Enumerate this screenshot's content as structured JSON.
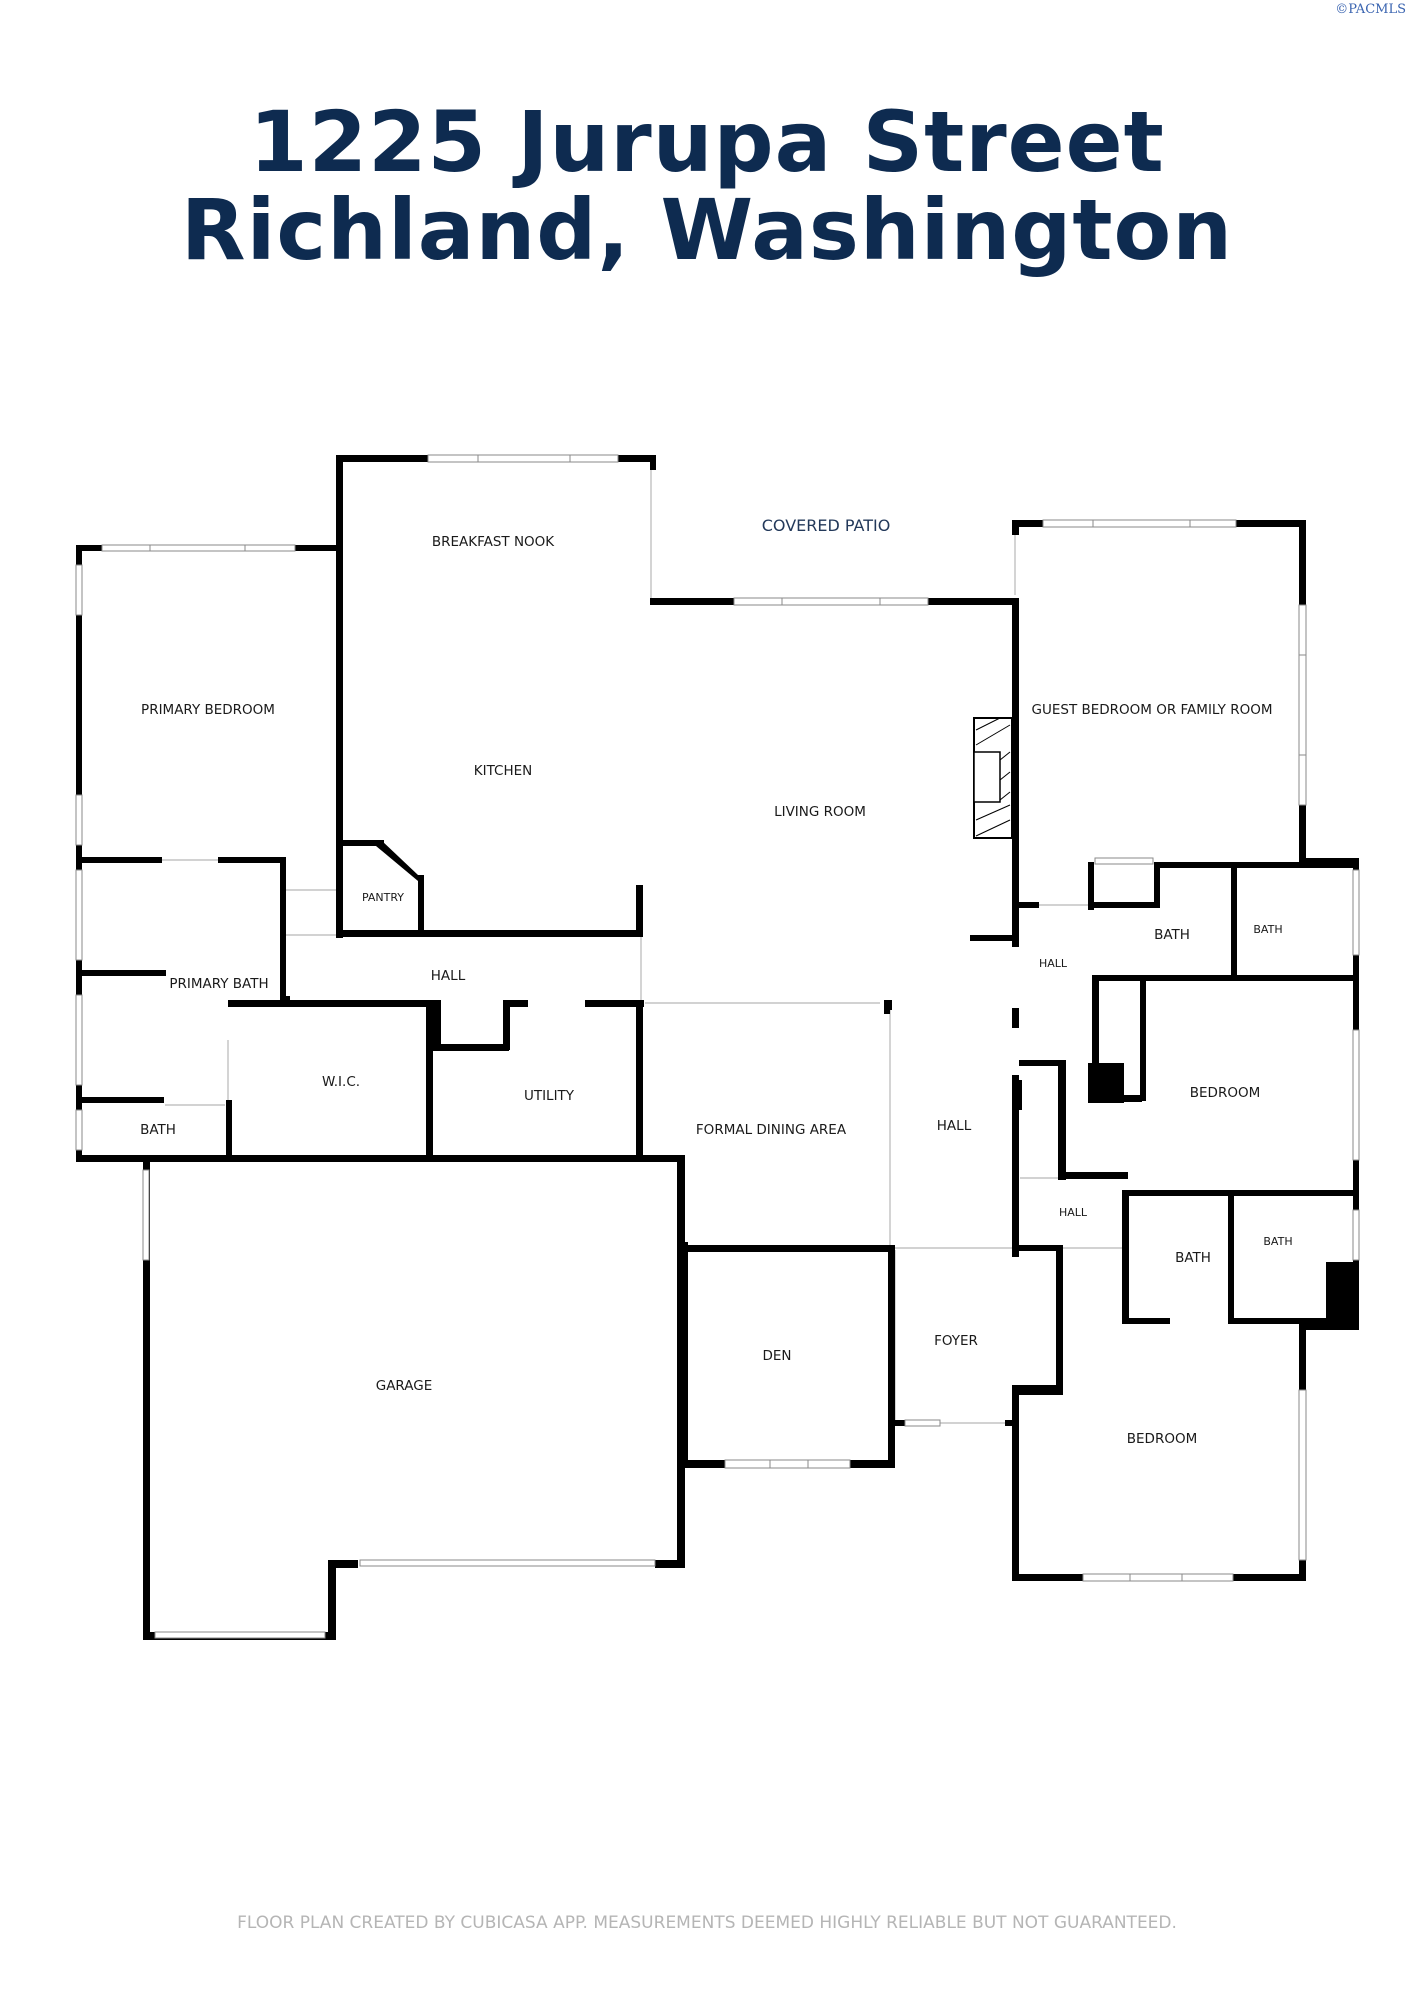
{
  "watermark": "©PACMLS",
  "title": {
    "line1": "1225 Jurupa Street",
    "line2": "Richland, Washington"
  },
  "rooms": {
    "breakfast_nook": "BREAKFAST NOOK",
    "covered_patio": "COVERED PATIO",
    "primary_bedroom": "PRIMARY BEDROOM",
    "kitchen": "KITCHEN",
    "living_room": "LIVING ROOM",
    "guest_bedroom": "GUEST BEDROOM OR FAMILY ROOM",
    "pantry": "PANTRY",
    "bath_1": "BATH",
    "bath_2": "BATH",
    "hall_right_top": "HALL",
    "primary_bath": "PRIMARY BATH",
    "hall_center": "HALL",
    "wic": "W.I.C.",
    "utility": "UTILITY",
    "bedroom_1": "BEDROOM",
    "bath_small": "BATH",
    "formal_dining": "FORMAL DINING AREA",
    "hall_main": "HALL",
    "hall_right_mid": "HALL",
    "bath_3": "BATH",
    "bath_4": "BATH",
    "den": "DEN",
    "foyer": "FOYER",
    "garage": "GARAGE",
    "bedroom_2": "BEDROOM"
  },
  "footer": "FLOOR PLAN CREATED BY CUBICASA APP. MEASUREMENTS DEEMED HIGHLY RELIABLE BUT NOT GUARANTEED."
}
